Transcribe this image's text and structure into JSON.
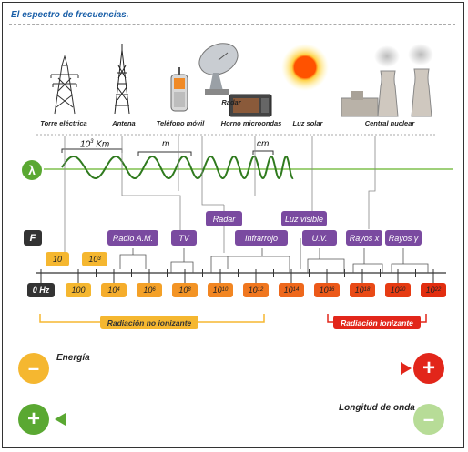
{
  "title": "El espectro de frecuencias.",
  "sources": [
    {
      "label": "Torre eléctrica"
    },
    {
      "label": "Antena"
    },
    {
      "label": "Teléfono móvil"
    },
    {
      "label": "Radar"
    },
    {
      "label": "Horno microondas"
    },
    {
      "label": "Luz solar"
    },
    {
      "label": "Central nuclear"
    }
  ],
  "wavelength": {
    "symbol": "λ",
    "labels": [
      {
        "base": "10",
        "exp": "3",
        "unit": "Km"
      },
      {
        "base": "m",
        "exp": "",
        "unit": ""
      },
      {
        "base": "cm",
        "exp": "",
        "unit": ""
      }
    ]
  },
  "bands": [
    {
      "label": "Radar"
    },
    {
      "label": "Luz visible"
    },
    {
      "label": "Radio A.M."
    },
    {
      "label": "TV"
    },
    {
      "label": "Infrarrojo"
    },
    {
      "label": "U.V."
    },
    {
      "label": "Rayos x"
    },
    {
      "label": "Rayos γ"
    }
  ],
  "frequency": {
    "symbol": "F",
    "low_ticks": [
      {
        "base": "10",
        "exp": ""
      },
      {
        "base": "10",
        "exp": "3"
      }
    ],
    "zero_label": "0 Hz",
    "scale": [
      {
        "base": "100",
        "exp": ""
      },
      {
        "base": "10",
        "exp": "4"
      },
      {
        "base": "10",
        "exp": "6"
      },
      {
        "base": "10",
        "exp": "8"
      },
      {
        "base": "10",
        "exp": "10"
      },
      {
        "base": "10",
        "exp": "12"
      },
      {
        "base": "10",
        "exp": "14"
      },
      {
        "base": "10",
        "exp": "16"
      },
      {
        "base": "10",
        "exp": "18"
      },
      {
        "base": "10",
        "exp": "20"
      },
      {
        "base": "10",
        "exp": "22"
      }
    ],
    "scale_colors": [
      "#f5b730",
      "#f5ad2c",
      "#f4a128",
      "#f39425",
      "#f28622",
      "#f0771f",
      "#ee681c",
      "#ec5919",
      "#e94a16",
      "#e63b13",
      "#e22e10"
    ]
  },
  "radiation": {
    "non_ionizing": "Radiación no ionizante",
    "ionizing": "Radiación ionizante"
  },
  "energy": {
    "label": "Energía",
    "low": "–",
    "high": "+"
  },
  "wavelength_arrow": {
    "label": "Longitud de onda",
    "high": "+",
    "low": "–"
  },
  "colors": {
    "title": "#1a5fa8",
    "purple": "#7a4aa0",
    "yellow": "#f5b730",
    "orange": "#ec6a1e",
    "red": "#e2261a",
    "green": "#5aa832",
    "light_green": "#a8d48a"
  }
}
